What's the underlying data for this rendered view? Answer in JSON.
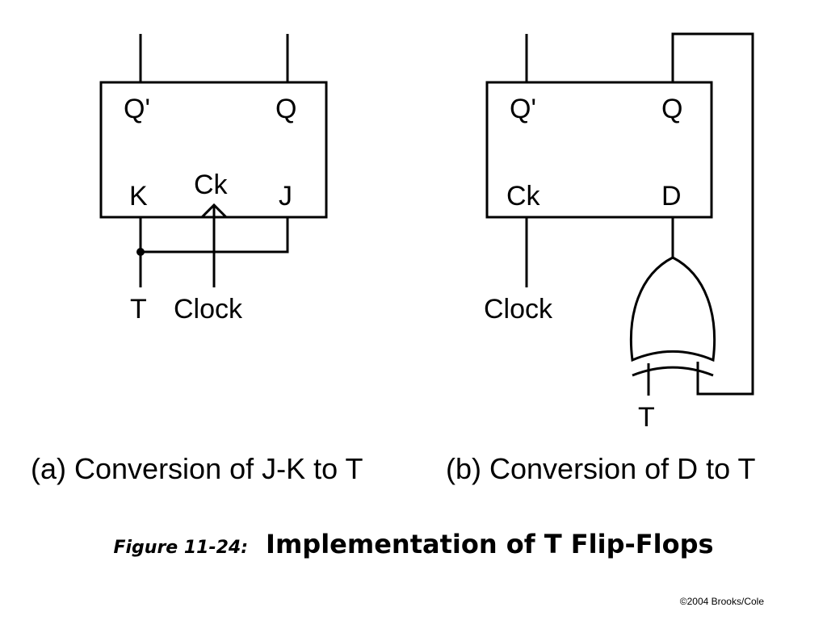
{
  "diagram_a": {
    "pins": {
      "q_bar": "Q'",
      "q": "Q",
      "k": "K",
      "ck": "Ck",
      "j": "J"
    },
    "inputs": {
      "t": "T",
      "clock": "Clock"
    },
    "caption": "(a) Conversion of J-K to T"
  },
  "diagram_b": {
    "pins": {
      "q_bar": "Q'",
      "q": "Q",
      "ck": "Ck",
      "d": "D"
    },
    "inputs": {
      "clock": "Clock",
      "t": "T"
    },
    "caption": "(b) Conversion of D to T"
  },
  "figure": {
    "label": "Figure 11-24:",
    "title": "Implementation of T Flip-Flops"
  },
  "copyright": "©2004 Brooks/Cole"
}
